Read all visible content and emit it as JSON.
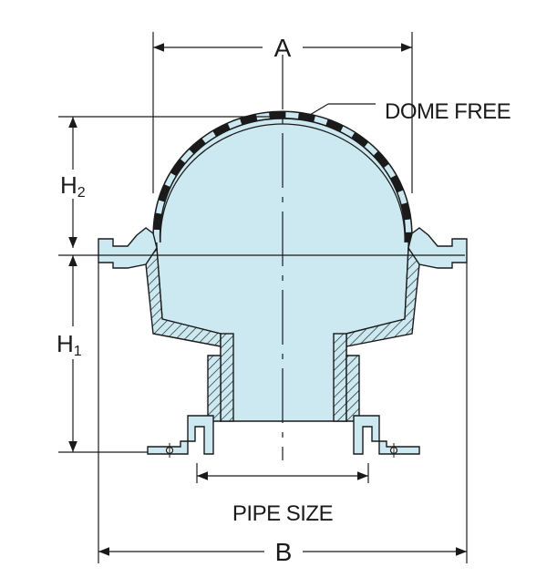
{
  "labels": {
    "a": "A",
    "b": "B",
    "h1_main": "H",
    "h1_sub": "1",
    "h2_main": "H",
    "h2_sub": "2",
    "dome_free": "DOME FREE",
    "pipe_size": "PIPE SIZE"
  },
  "colors": {
    "fill": "#cce9f1",
    "line": "#1a1a1a",
    "hatch": "#1a1a1a",
    "dome_band": "#000000"
  }
}
